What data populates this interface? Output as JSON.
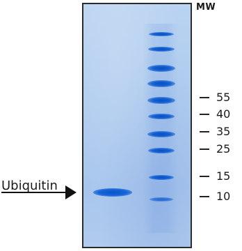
{
  "mw_header": "MW",
  "markers": [
    {
      "label": "55"
    },
    {
      "label": "40"
    },
    {
      "label": "35"
    },
    {
      "label": "25"
    },
    {
      "label": "15"
    },
    {
      "label": "10"
    }
  ],
  "sample": {
    "label": "Ubiquitin"
  },
  "colors": {
    "gel_background": "#aecbee",
    "band": "#1462d2",
    "text": "#1a1a1a"
  }
}
